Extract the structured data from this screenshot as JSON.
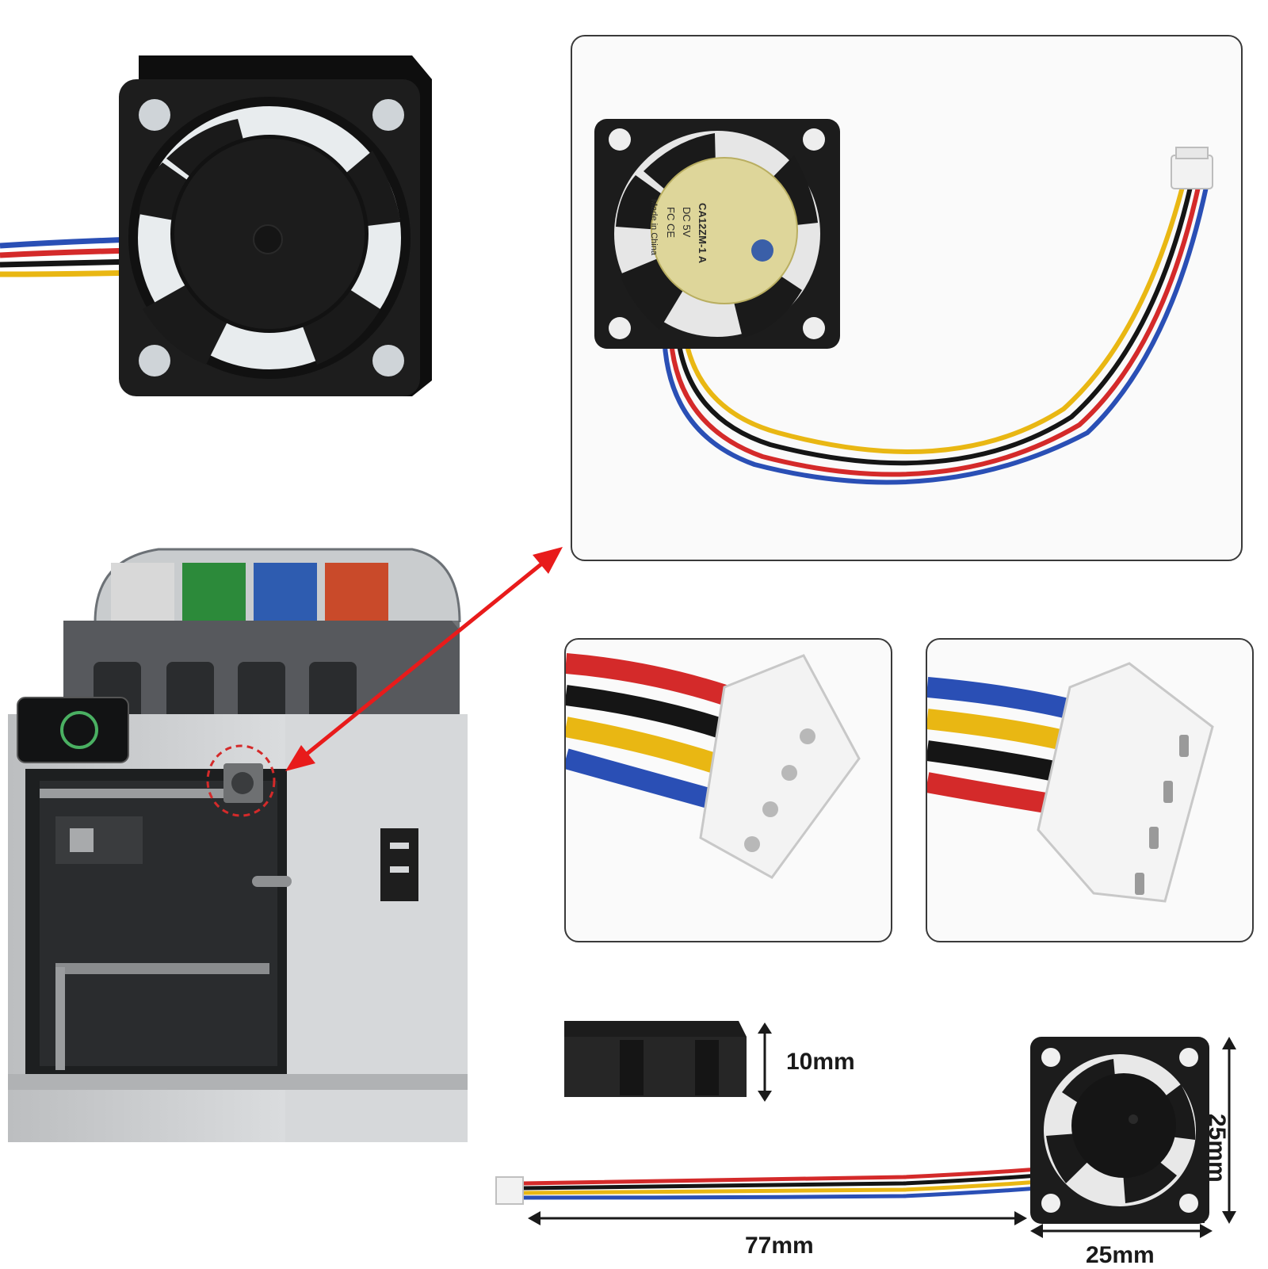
{
  "dimensions": {
    "fan_height": "10mm",
    "fan_side_height": "25mm",
    "fan_side_width": "25mm",
    "cable_length": "77mm"
  },
  "fan_label": {
    "line1": "CA12ZM-1 A",
    "line2": "DC 5V",
    "line3": "FC CE",
    "line4": "Made in China"
  },
  "colors": {
    "arrow": "#e81b1b",
    "fan_body": "#1b1b1b",
    "wire_red": "#d42a2a",
    "wire_yellow": "#e9b713",
    "wire_blue": "#2a4fb5",
    "wire_black": "#151515",
    "filament_green": "#2c8a3a",
    "filament_blue": "#2e5cb0",
    "filament_orange": "#c94a2a"
  }
}
